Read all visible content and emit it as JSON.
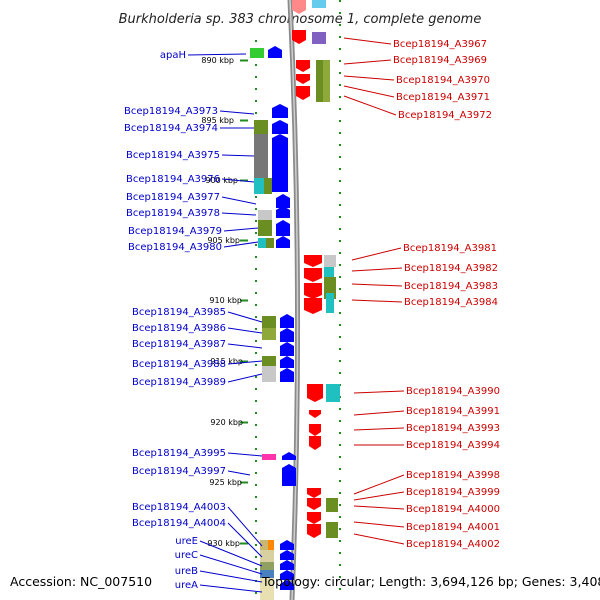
{
  "title": "Burkholderia sp. 383 chromosome 1, complete genome",
  "accession": "Accession: NC_007510",
  "topology": "Topology: circular; Length: 3,694,126 bp; Genes: 3,408",
  "ruler_ticks": [
    "890 kbp",
    "895 kbp",
    "900 kbp",
    "905 kbp",
    "910 kbp",
    "915 kbp",
    "920 kbp",
    "925 kbp",
    "930 kbp"
  ],
  "left_genes": [
    "apaH",
    "Bcep18194_A3973",
    "Bcep18194_A3974",
    "Bcep18194_A3975",
    "Bcep18194_A3976",
    "Bcep18194_A3977",
    "Bcep18194_A3978",
    "Bcep18194_A3979",
    "Bcep18194_A3980",
    "Bcep18194_A3985",
    "Bcep18194_A3986",
    "Bcep18194_A3987",
    "Bcep18194_A3988",
    "Bcep18194_A3989",
    "Bcep18194_A3995",
    "Bcep18194_A3997",
    "Bcep18194_A4003",
    "Bcep18194_A4004",
    "ureE",
    "ureC",
    "ureB",
    "ureA"
  ],
  "right_genes": [
    "Bcep18194_A3967",
    "Bcep18194_A3969",
    "Bcep18194_A3970",
    "Bcep18194_A3971",
    "Bcep18194_A3972",
    "Bcep18194_A3981",
    "Bcep18194_A3982",
    "Bcep18194_A3983",
    "Bcep18194_A3984",
    "Bcep18194_A3990",
    "Bcep18194_A3991",
    "Bcep18194_A3993",
    "Bcep18194_A3994",
    "Bcep18194_A3998",
    "Bcep18194_A3999",
    "Bcep18194_A4000",
    "Bcep18194_A4001",
    "Bcep18194_A4002"
  ],
  "colors": {
    "forward_strand": "#0000ff",
    "reverse_strand": "#ff0000",
    "left_label": "#0000cc",
    "right_label": "#cc0000",
    "ruler_dots": "#228b22",
    "genome_line": "#999999"
  }
}
